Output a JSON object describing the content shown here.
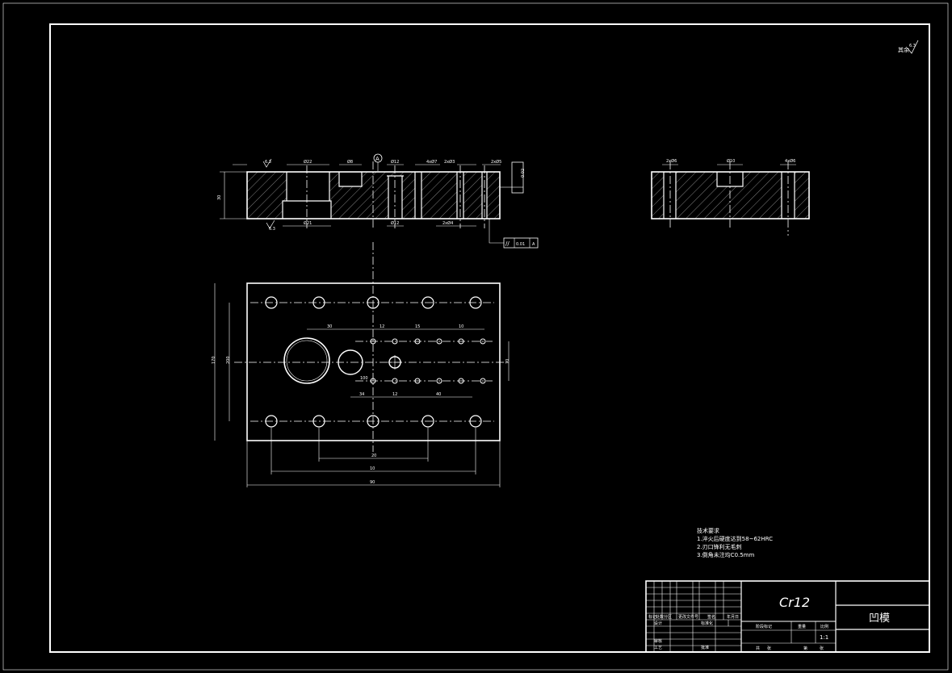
{
  "surface_finish": {
    "label": "其余",
    "value": "6.3"
  },
  "datum": {
    "label": "A"
  },
  "front_view": {
    "dim_labels": [
      "6.3",
      "Ø22",
      "Ø8",
      "Ø12",
      "4xØ7",
      "2xØ3",
      "2xØ5",
      "30"
    ],
    "roughness_bottom": "6.3",
    "bottom_dims": [
      "Ø21",
      "Ø12",
      "2xØ4"
    ],
    "tolerance_box": "0.02",
    "parallelism_frame": [
      "//",
      "0.01",
      "A"
    ]
  },
  "side_view": {
    "dim_labels": [
      "2xØ6",
      "Ø10",
      "4xØ6"
    ]
  },
  "plan_view": {
    "dims": [
      "30",
      "12",
      "15",
      "10",
      "34",
      "12",
      "40",
      "70",
      "20",
      "10",
      "90",
      "170",
      "200",
      "100"
    ]
  },
  "notes": {
    "title": "技术要求",
    "items": [
      "1.淬火后硬度达到58~62HRC",
      "2.刃口锋利无毛刺",
      "3.倒角未注均C0.5mm"
    ]
  },
  "title_block": {
    "material": "Cr12",
    "part_name": "凹模",
    "left_labels": [
      "标记",
      "处数",
      "分区",
      "更改文件号",
      "签名",
      "年月日"
    ],
    "design_row": [
      "设计",
      "",
      "标准化"
    ],
    "check_row": [
      "审核"
    ],
    "process_row": [
      "工艺",
      "",
      "批准"
    ],
    "stage_headers": [
      "阶段标记",
      "重量",
      "比例"
    ],
    "scale": "1:1",
    "sheet_row": [
      "共",
      "张",
      "第",
      "张"
    ]
  }
}
